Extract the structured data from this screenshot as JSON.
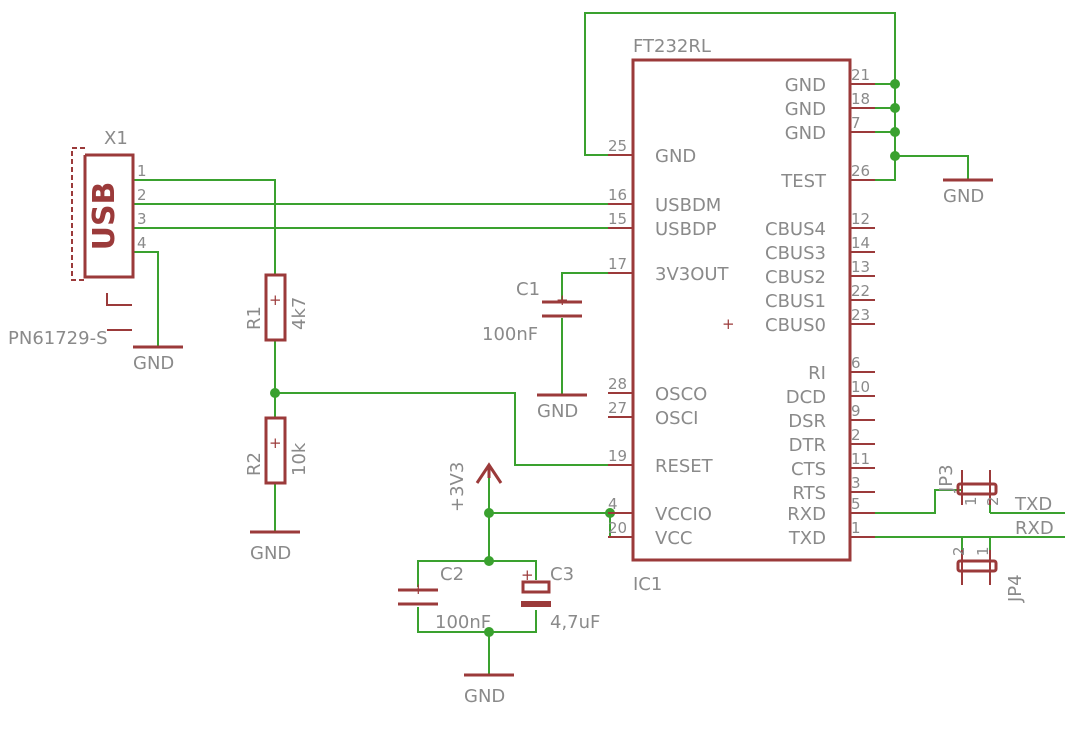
{
  "ic": {
    "name": "FT232RL",
    "ref": "IC1",
    "pins": [
      {
        "num": "21",
        "label": "GND"
      },
      {
        "num": "18",
        "label": "GND"
      },
      {
        "num": "7",
        "label": "GND"
      },
      {
        "num": "25",
        "label": "GND"
      },
      {
        "num": "26",
        "label": "TEST"
      },
      {
        "num": "16",
        "label": "USBDM"
      },
      {
        "num": "15",
        "label": "USBDP"
      },
      {
        "num": "12",
        "label": "CBUS4"
      },
      {
        "num": "14",
        "label": "CBUS3"
      },
      {
        "num": "17",
        "label": "3V3OUT"
      },
      {
        "num": "13",
        "label": "CBUS2"
      },
      {
        "num": "22",
        "label": "CBUS1"
      },
      {
        "num": "23",
        "label": "CBUS0"
      },
      {
        "num": "6",
        "label": "RI"
      },
      {
        "num": "28",
        "label": "OSCO"
      },
      {
        "num": "10",
        "label": "DCD"
      },
      {
        "num": "27",
        "label": "OSCI"
      },
      {
        "num": "9",
        "label": "DSR"
      },
      {
        "num": "2",
        "label": "DTR"
      },
      {
        "num": "19",
        "label": "RESET"
      },
      {
        "num": "11",
        "label": "CTS"
      },
      {
        "num": "3",
        "label": "RTS"
      },
      {
        "num": "4",
        "label": "VCCIO"
      },
      {
        "num": "5",
        "label": "RXD"
      },
      {
        "num": "20",
        "label": "VCC"
      },
      {
        "num": "1",
        "label": "TXD"
      }
    ]
  },
  "connector": {
    "ref": "X1",
    "body": "USB",
    "part": "PN61729-S",
    "pins": [
      "1",
      "2",
      "3",
      "4"
    ]
  },
  "resistors": [
    {
      "ref": "R1",
      "value": "4k7"
    },
    {
      "ref": "R2",
      "value": "10k"
    }
  ],
  "capacitors": [
    {
      "ref": "C1",
      "value": "100nF"
    },
    {
      "ref": "C2",
      "value": "100nF"
    },
    {
      "ref": "C3",
      "value": "4,7uF"
    }
  ],
  "jumpers": [
    {
      "ref": "JP3",
      "pin1": "1",
      "pin2": "2"
    },
    {
      "ref": "JP4",
      "pin1": "1",
      "pin2": "2"
    }
  ],
  "supplies": {
    "gnd": "GND",
    "v33": "+3V3"
  },
  "nets": {
    "txd": "TXD",
    "rxd": "RXD"
  }
}
